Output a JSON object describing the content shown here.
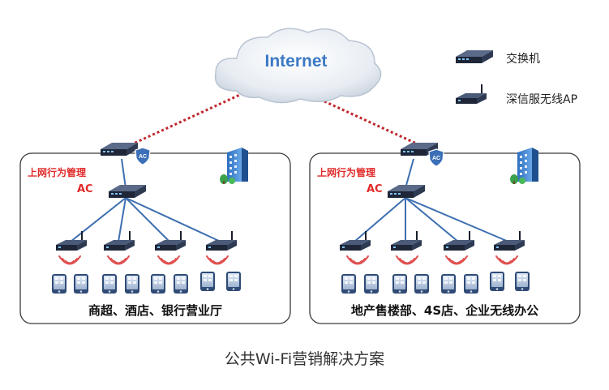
{
  "cloud": {
    "label": "Internet"
  },
  "legend": [
    {
      "icon": "switch-icon",
      "label": "交换机"
    },
    {
      "icon": "access-point-icon",
      "label": "深信服无线AP"
    }
  ],
  "panels": [
    {
      "controller_label": "上网行为管理",
      "controller_sub": "AC",
      "caption": "商超、酒店、银行营业厅"
    },
    {
      "controller_label": "上网行为管理",
      "controller_sub": "AC",
      "caption": "地产售楼部、4S店、企业无线办公"
    }
  ],
  "caption": "公共Wi-Fi营销解决方案",
  "colors": {
    "cloud_text": "#3b79c4",
    "link_dotted": "#c0272d",
    "link_line": "#3d6fb0",
    "label_red": "#e12a2a",
    "device": "#1e2a3e"
  }
}
